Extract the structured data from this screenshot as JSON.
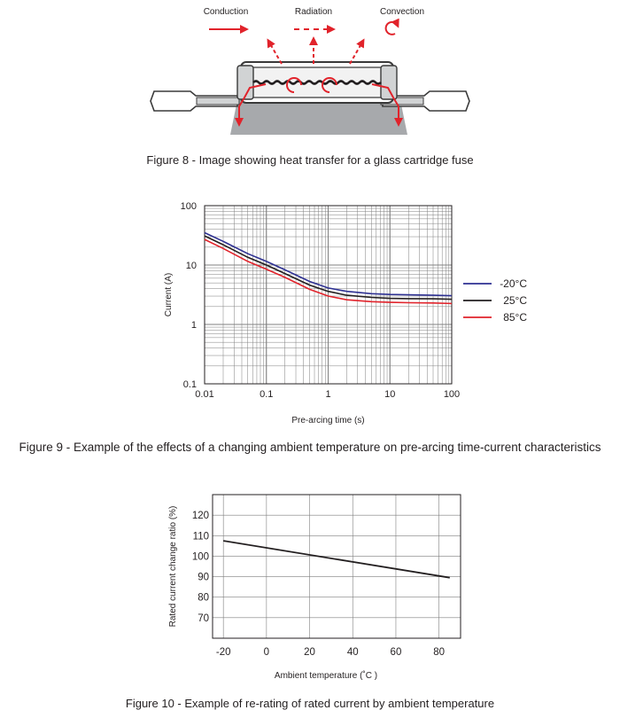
{
  "figure8": {
    "labels": {
      "conduction": "Conduction",
      "radiation": "Radiation",
      "convection": "Convection"
    },
    "caption": "Figure 8 - Image showing heat transfer for a glass cartridge fuse",
    "colors": {
      "heat": "#e1232b",
      "fuse_outline": "#3a3a3a",
      "base": "#a7a9ac"
    }
  },
  "figure9": {
    "caption": "Figure 9 - Example of the effects of a changing ambient temperature on pre-arcing time-current characteristics"
  },
  "figure10": {
    "caption": "Figure 10 - Example of re-rating of rated current by ambient temperature"
  },
  "chart_data": [
    {
      "type": "line",
      "xlabel": "Pre-arcing time (s)",
      "ylabel": "Current (A)",
      "xscale": "log",
      "yscale": "log",
      "xlim": [
        0.01,
        100
      ],
      "ylim": [
        0.1,
        100
      ],
      "xticks": [
        "0.01",
        "0.1",
        "1",
        "10",
        "100"
      ],
      "yticks": [
        "0.1",
        "1",
        "10",
        "100"
      ],
      "grid": true,
      "legend_position": "right",
      "series": [
        {
          "name": "-20°C",
          "color": "#2e3192",
          "x": [
            0.01,
            0.02,
            0.05,
            0.1,
            0.2,
            0.5,
            1,
            2,
            5,
            10,
            20,
            50,
            100
          ],
          "y": [
            35,
            25,
            15.5,
            11.5,
            8.3,
            5.3,
            4.1,
            3.6,
            3.3,
            3.2,
            3.15,
            3.1,
            3.05
          ]
        },
        {
          "name": "25°C",
          "color": "#231f20",
          "x": [
            0.01,
            0.02,
            0.05,
            0.1,
            0.2,
            0.5,
            1,
            2,
            5,
            10,
            20,
            50,
            100
          ],
          "y": [
            31,
            22,
            13.5,
            10,
            7.2,
            4.6,
            3.6,
            3.1,
            2.85,
            2.75,
            2.72,
            2.7,
            2.65
          ]
        },
        {
          "name": "85°C",
          "color": "#e1232b",
          "x": [
            0.01,
            0.02,
            0.05,
            0.1,
            0.2,
            0.5,
            1,
            2,
            5,
            10,
            20,
            50,
            100
          ],
          "y": [
            27,
            19,
            11.5,
            8.5,
            6.2,
            3.9,
            3.0,
            2.6,
            2.42,
            2.35,
            2.32,
            2.3,
            2.25
          ]
        }
      ]
    },
    {
      "type": "line",
      "xlabel": "Ambient temperature (˚C )",
      "ylabel": "Rated current change ratio (%)",
      "xlim": [
        -25,
        90
      ],
      "ylim": [
        60,
        130
      ],
      "xticks": [
        "-20",
        "0",
        "20",
        "40",
        "60",
        "80"
      ],
      "yticks": [
        "70",
        "80",
        "90",
        "100",
        "110",
        "120"
      ],
      "grid": true,
      "series": [
        {
          "color": "#231f20",
          "x": [
            -20,
            85
          ],
          "y": [
            107.5,
            89.5
          ]
        }
      ]
    }
  ]
}
